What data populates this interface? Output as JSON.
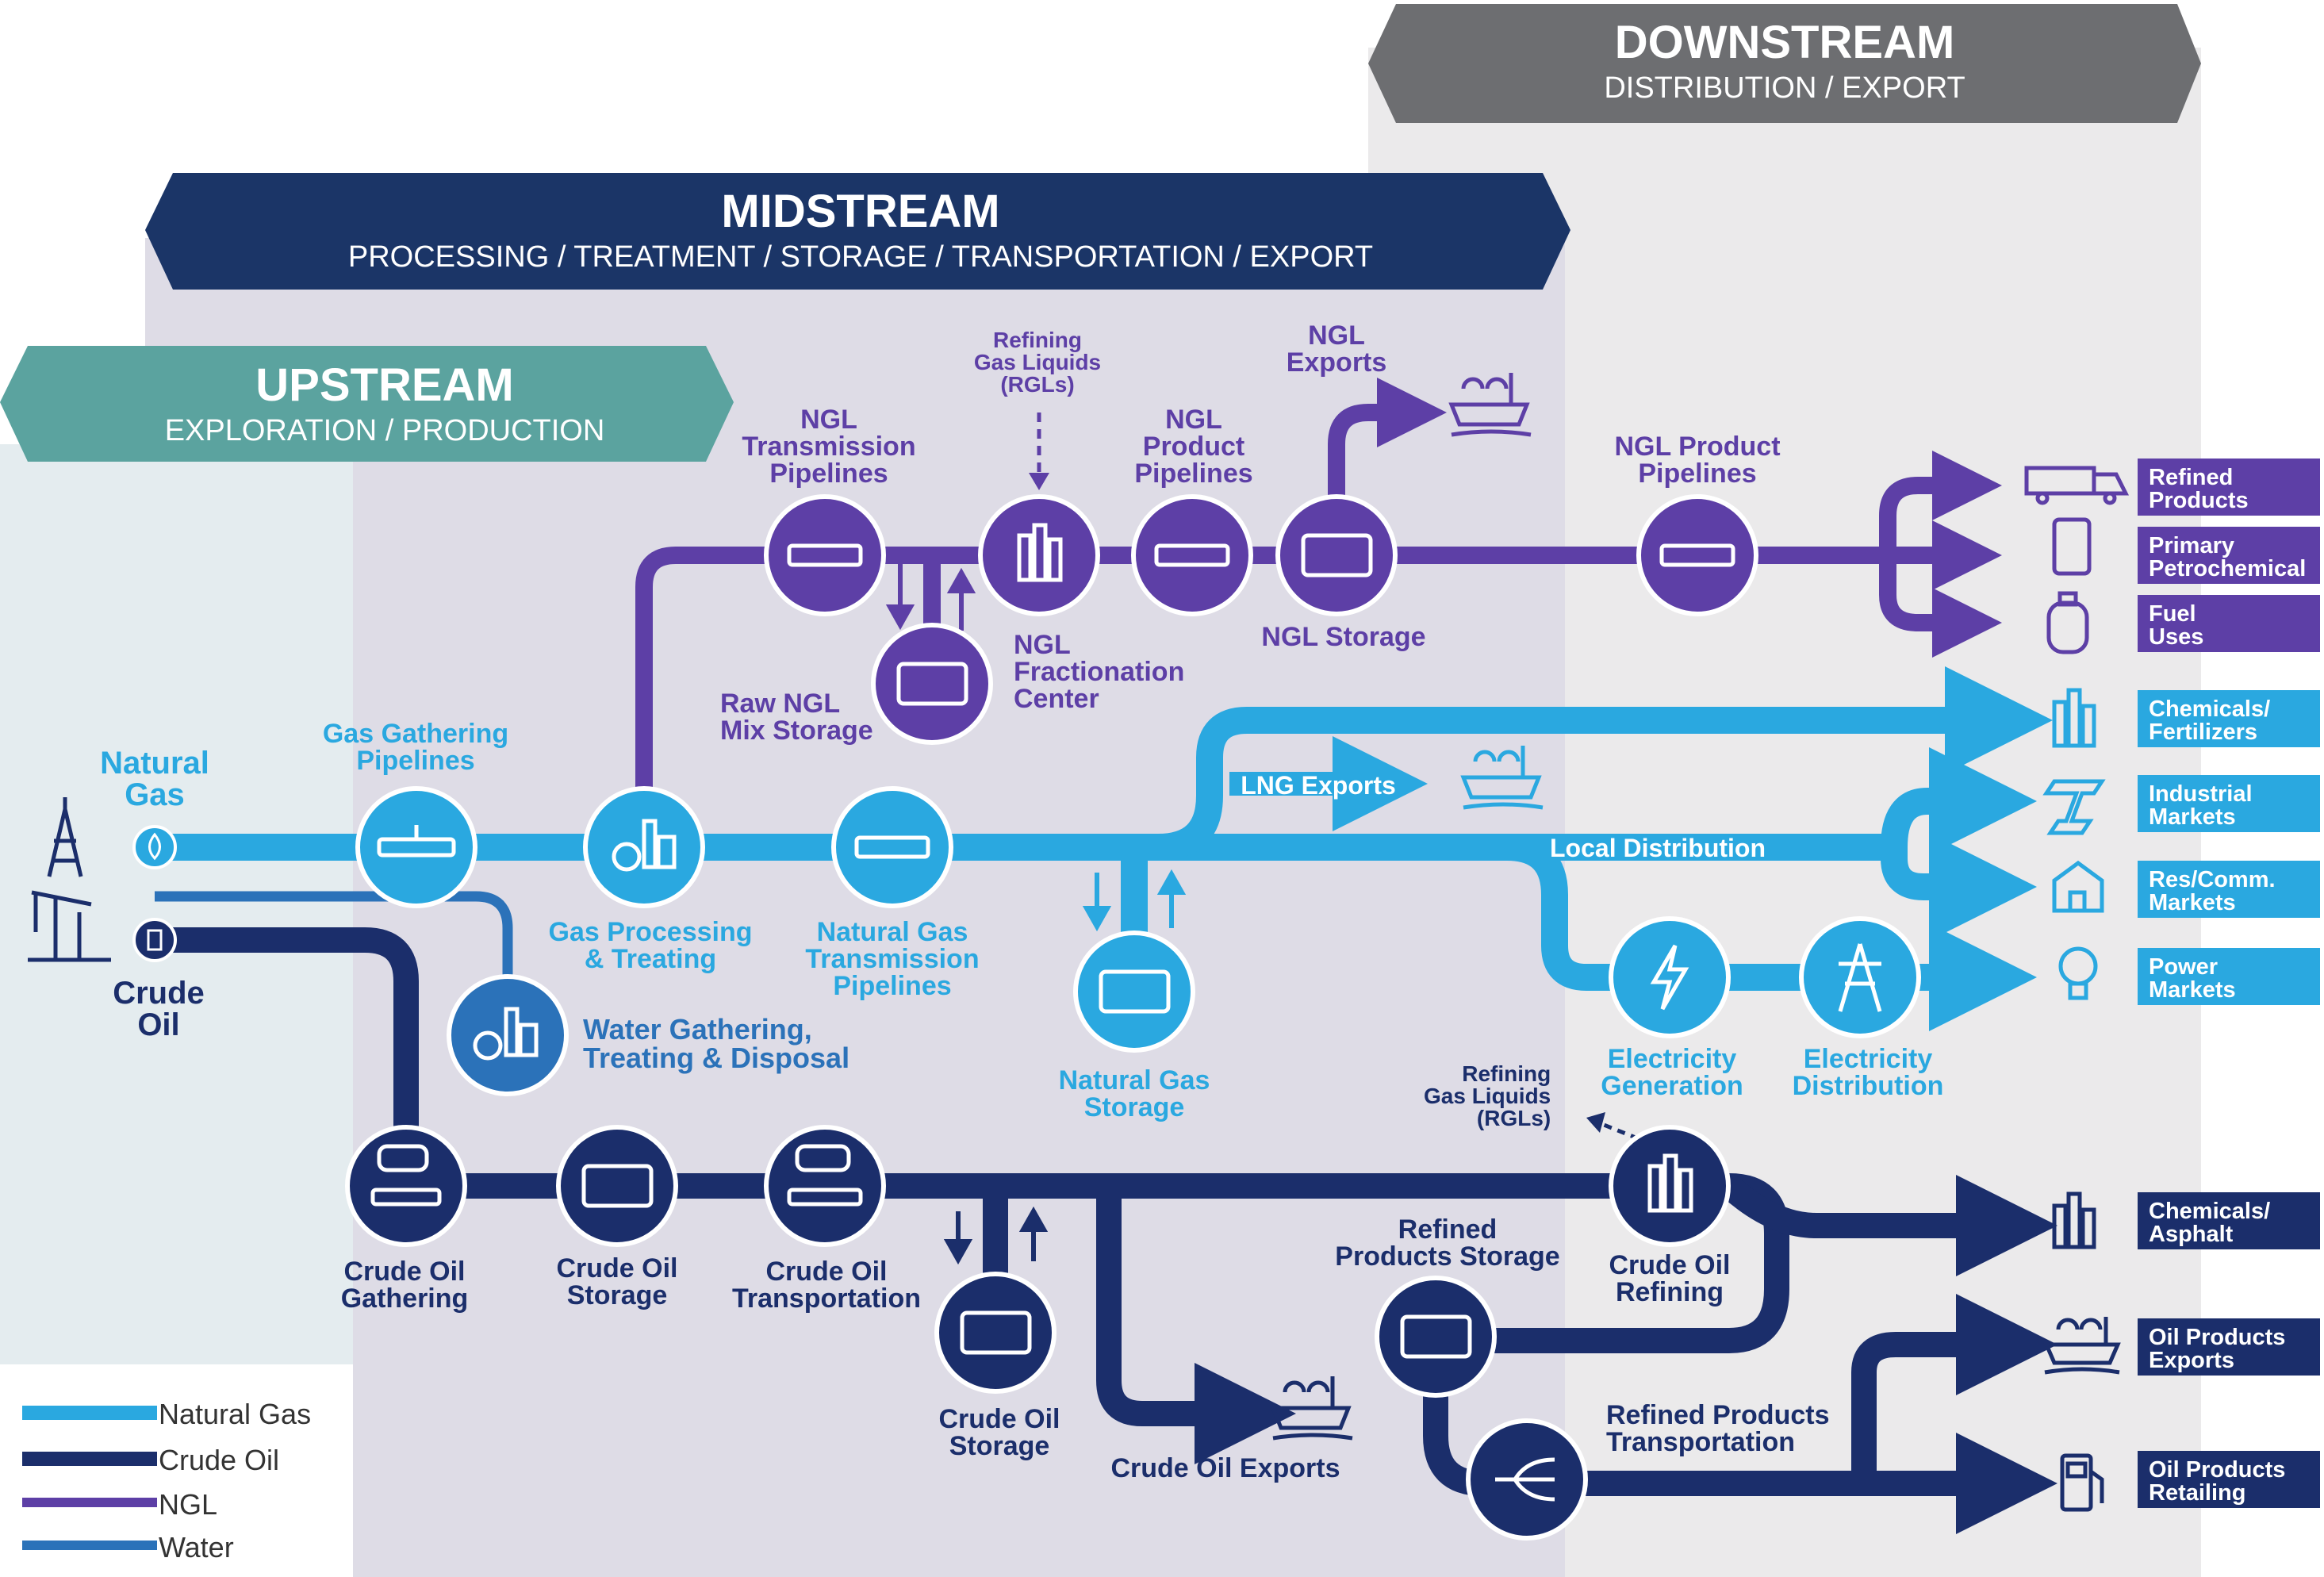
{
  "banners": {
    "downstream": {
      "title": "DOWNSTREAM",
      "subtitle": "DISTRIBUTION / EXPORT"
    },
    "midstream": {
      "title": "MIDSTREAM",
      "subtitle": "PROCESSING / TREATMENT / STORAGE / TRANSPORTATION / EXPORT"
    },
    "upstream": {
      "title": "UPSTREAM",
      "subtitle": "EXPLORATION / PRODUCTION"
    }
  },
  "sources": {
    "natural_gas": "Natural\nGas",
    "crude_oil": "Crude\nOil"
  },
  "ngl_labels": {
    "transmission": "NGL\nTransmission\nPipelines",
    "rgl_top": "Refining\nGas Liquids\n(RGLs)",
    "product_pipelines": "NGL\nProduct\nPipelines",
    "exports": "NGL\nExports",
    "product_pipelines_right": "NGL Product\nPipelines",
    "fractionation": "NGL\nFractionation\nCenter",
    "storage": "NGL Storage",
    "raw_mix": "Raw NGL\nMix Storage"
  },
  "gas_labels": {
    "gathering": "Gas Gathering\nPipelines",
    "processing": "Gas Processing\n& Treating",
    "transmission": "Natural Gas\nTransmission\nPipelines",
    "lng_exports": "LNG Exports",
    "local_distribution": "Local Distribution",
    "storage": "Natural Gas\nStorage",
    "elec_generation": "Electricity\nGeneration",
    "elec_distribution": "Electricity\nDistribution"
  },
  "water_labels": {
    "gathering": "Water Gathering,\nTreating & Disposal"
  },
  "oil_labels": {
    "gathering": "Crude Oil\nGathering",
    "storage": "Crude Oil\nStorage",
    "transportation": "Crude Oil\nTransportation",
    "storage_mid": "Crude Oil\nStorage",
    "exports": "Crude Oil Exports",
    "rgl_bottom": "Refining\nGas Liquids\n(RGLs)",
    "refined_storage": "Refined\nProducts Storage",
    "refining": "Crude Oil\nRefining",
    "refined_transport": "Refined Products\nTransportation"
  },
  "markets": {
    "ngl": [
      "Refined\nProducts",
      "Primary\nPetrochemical",
      "Fuel\nUses"
    ],
    "gas": [
      "Chemicals/\nFertilizers",
      "Industrial\nMarkets",
      "Res/Comm.\nMarkets",
      "Power\nMarkets"
    ],
    "oil": [
      "Chemicals/\nAsphalt",
      "Oil Products\nExports",
      "Oil Products\nRetailing"
    ]
  },
  "legend": [
    {
      "label": "Natural Gas",
      "color": "#2aa8e0"
    },
    {
      "label": "Crude Oil",
      "color": "#1b2e6b"
    },
    {
      "label": "NGL",
      "color": "#5d3fa6"
    },
    {
      "label": "Water",
      "color": "#2b72b9"
    }
  ],
  "colors": {
    "natural_gas": "#2aa8e0",
    "crude_oil": "#1b2e6b",
    "ngl": "#5d3fa6",
    "water": "#2b72b9",
    "upstream": "#5ba39f",
    "midstream": "#1b3567",
    "downstream": "#6d6e71"
  }
}
